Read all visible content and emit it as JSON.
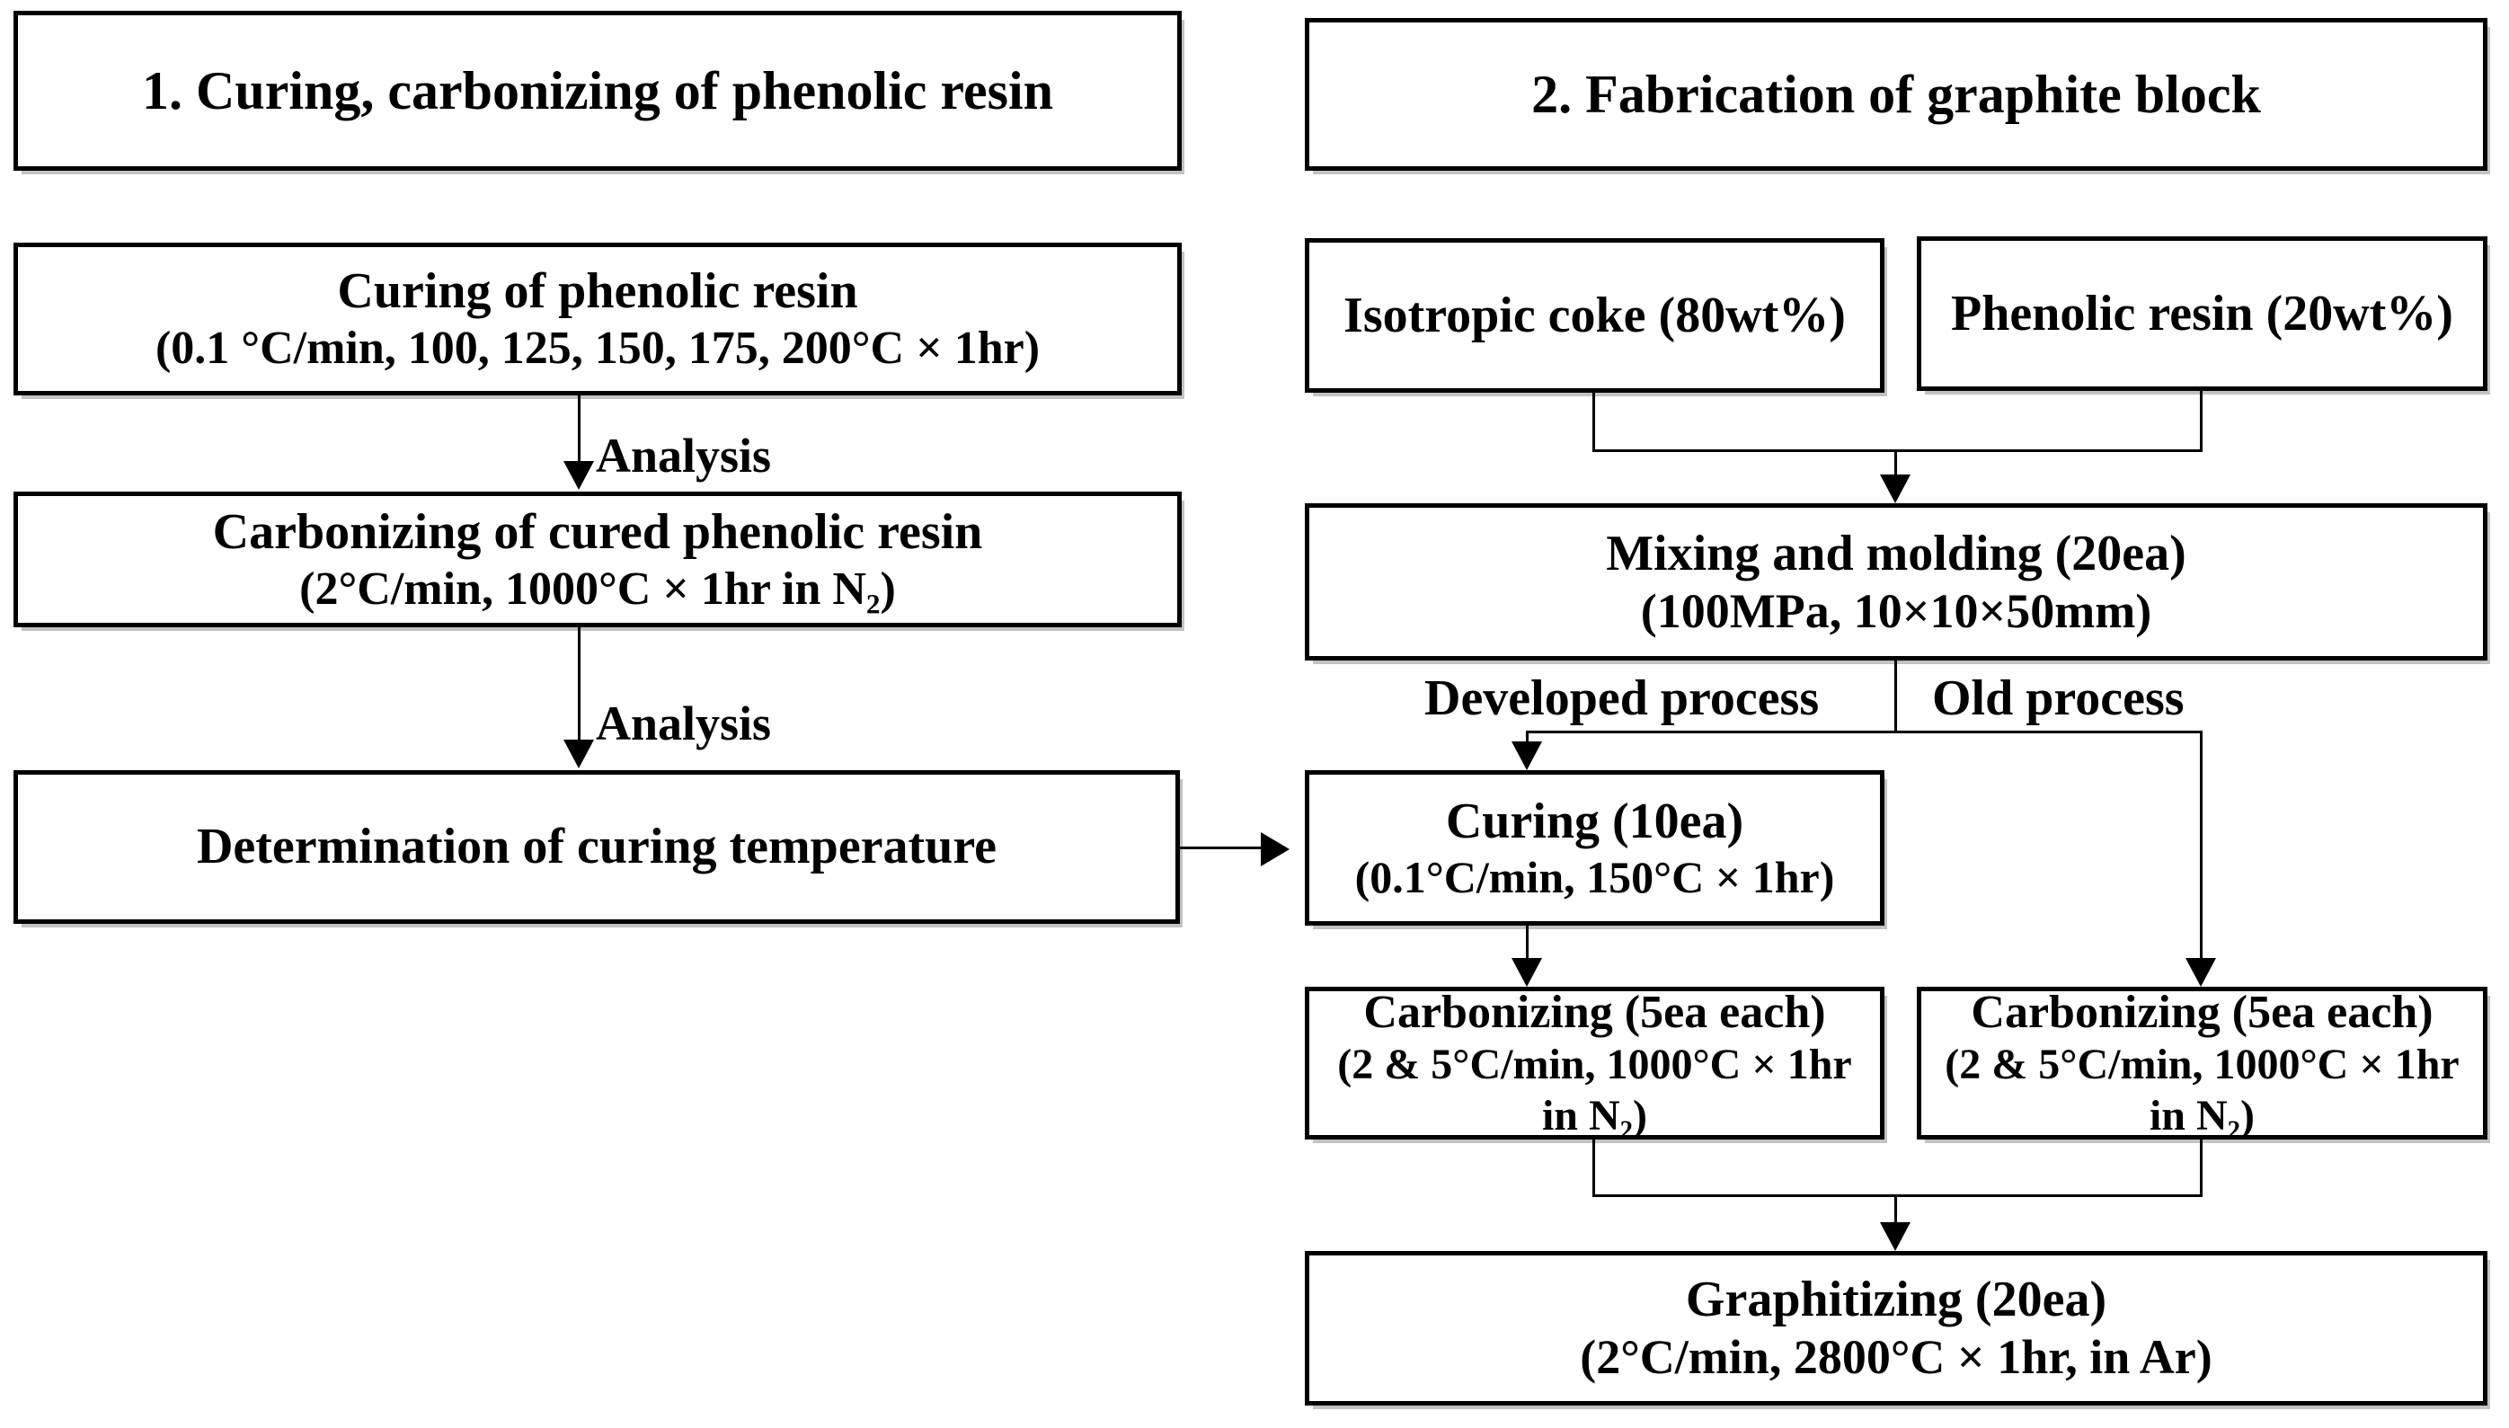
{
  "page": {
    "background": "#ffffff",
    "line_color": "#000000",
    "text_color": "#000000"
  },
  "section1": {
    "title": "1. Curing, carbonizing of phenolic resin",
    "curing_box": {
      "line1": "Curing of phenolic resin",
      "line2": "(0.1 °C/min, 100, 125, 150, 175, 200°C × 1hr)"
    },
    "analysis_label_1": "Analysis",
    "carbonizing_box": {
      "line1": "Carbonizing of cured phenolic resin",
      "line2": "(2°C/min, 1000°C × 1hr in N₂)"
    },
    "analysis_label_2": "Analysis",
    "determination_box": {
      "line1": "Determination of curing temperature"
    }
  },
  "section2": {
    "title": "2. Fabrication of graphite block",
    "isotropic_box": {
      "line1": "Isotropic coke (80wt%)"
    },
    "phenolic_box": {
      "line1": "Phenolic resin (20wt%)"
    },
    "mixing_box": {
      "line1": "Mixing and molding (20ea)",
      "line2": "(100MPa, 10×10×50mm)"
    },
    "developed_process_label": "Developed process",
    "old_process_label": "Old process",
    "curing_box": {
      "line1": "Curing (10ea)",
      "line2": "(0.1°C/min, 150°C × 1hr)"
    },
    "carbonizing_left_box": {
      "line1": "Carbonizing (5ea each)",
      "line2": "(2 & 5°C/min, 1000°C × 1hr",
      "line3": "in N₂)"
    },
    "carbonizing_right_box": {
      "line1": "Carbonizing (5ea each)",
      "line2": "(2 & 5°C/min, 1000°C × 1hr",
      "line3": "in N₂)"
    },
    "graphitizing_box": {
      "line1": "Graphitizing (20ea)",
      "line2": "(2°C/min, 2800°C × 1hr, in Ar)"
    }
  }
}
